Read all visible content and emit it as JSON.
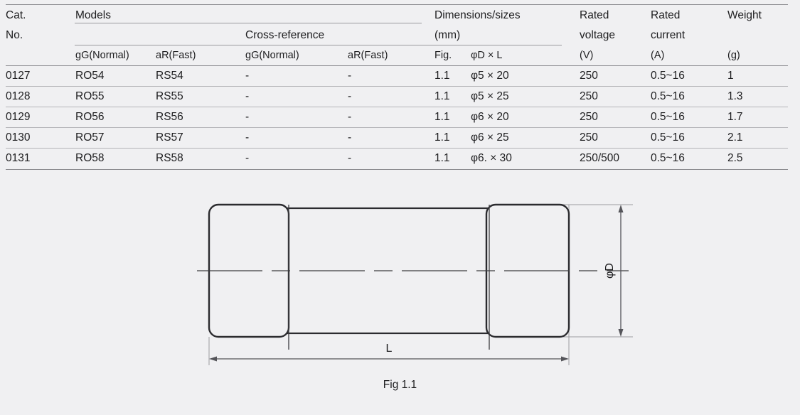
{
  "table": {
    "headers": {
      "cat_no_line1": "Cat.",
      "cat_no_line2": "No.",
      "models": "Models",
      "cross_reference": "Cross-reference",
      "dimensions_line1": "Dimensions/sizes",
      "dimensions_line2": "(mm)",
      "rated_voltage_line1": "Rated",
      "rated_voltage_line2": "voltage",
      "rated_current_line1": "Rated",
      "rated_current_line2": "current",
      "weight_line1": "Weight",
      "sub_models_gg": "gG(Normal)",
      "sub_models_ar": "aR(Fast)",
      "sub_cross_gg": "gG(Normal)",
      "sub_cross_ar": "aR(Fast)",
      "sub_fig": "Fig.",
      "sub_dxl": "φD × L",
      "sub_voltage_unit": "(V)",
      "sub_current_unit": "(A)",
      "sub_weight_unit": "(g)"
    },
    "rows": [
      {
        "cat_no": "0127",
        "model_gg": "RO54",
        "model_ar": "RS54",
        "cross_gg": "-",
        "cross_ar": "-",
        "fig": "1.1",
        "dxl": "φ5 × 20",
        "voltage": "250",
        "current": "0.5~16",
        "weight": "1"
      },
      {
        "cat_no": "0128",
        "model_gg": "RO55",
        "model_ar": "RS55",
        "cross_gg": "-",
        "cross_ar": "-",
        "fig": "1.1",
        "dxl": "φ5 × 25",
        "voltage": "250",
        "current": "0.5~16",
        "weight": "1.3"
      },
      {
        "cat_no": "0129",
        "model_gg": "RO56",
        "model_ar": "RS56",
        "cross_gg": "-",
        "cross_ar": "-",
        "fig": "1.1",
        "dxl": "φ6 × 20",
        "voltage": "250",
        "current": "0.5~16",
        "weight": "1.7"
      },
      {
        "cat_no": "0130",
        "model_gg": "RO57",
        "model_ar": "RS57",
        "cross_gg": "-",
        "cross_ar": "-",
        "fig": "1.1",
        "dxl": "φ6 × 25",
        "voltage": "250",
        "current": "0.5~16",
        "weight": "2.1"
      },
      {
        "cat_no": "0131",
        "model_gg": "RO58",
        "model_ar": "RS58",
        "cross_gg": "-",
        "cross_ar": "-",
        "fig": "1.1",
        "dxl": "φ6. × 30",
        "voltage": "250/500",
        "current": "0.5~16",
        "weight": "2.5"
      }
    ]
  },
  "figure": {
    "caption": "Fig 1.1",
    "length_label": "L",
    "diameter_label": "φD"
  },
  "colors": {
    "background": "#f0f0f2",
    "text": "#1d1d1f",
    "rule_major": "#8a8a8e",
    "rule_minor": "#b4b4b8",
    "drawing_stroke": "#2b2b2f",
    "dimension_stroke": "#55555a"
  }
}
